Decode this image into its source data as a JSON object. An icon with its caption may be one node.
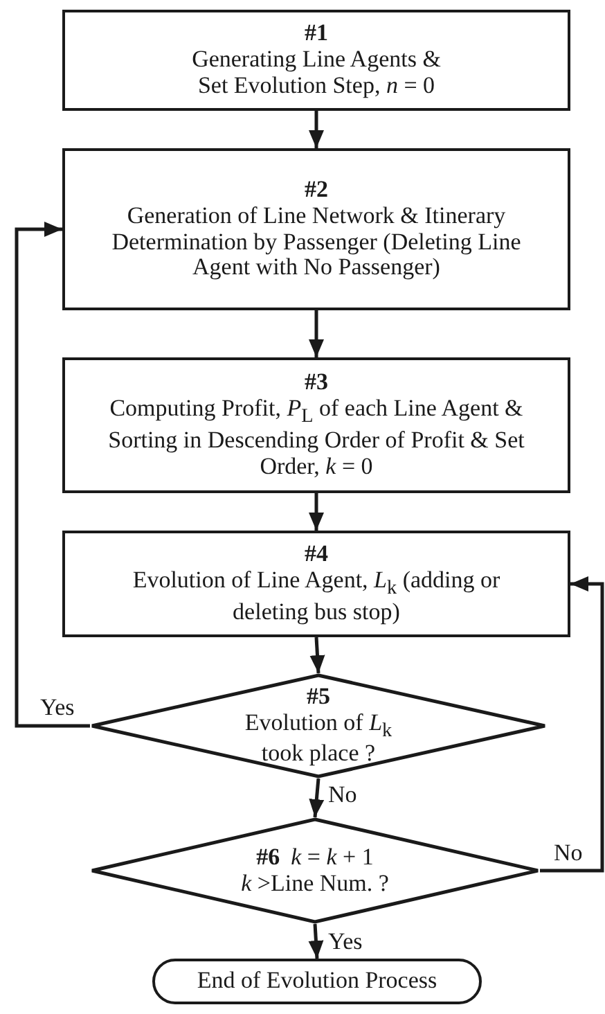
{
  "diagram": {
    "nodes": [
      {
        "text": [
          "#1",
          "Generating Line Agents & Set Evolution Step, *n* = 0"
        ]
      },
      {
        "text": [
          "#2",
          "Generation of Line Network & Itinerary Determination by Passenger (Deleting Line Agent with No Passenger)"
        ]
      },
      {
        "text": [
          "#3",
          "Computing Profit, *P*$_{L}$ of each Line Agent & Sorting in Descending Order of Profit & Set Order, *k* = 0"
        ]
      },
      {
        "text": [
          "#4",
          "Evolution of Line Agent, *L*$_{k}$ (adding or deleting bus stop)"
        ]
      },
      {
        "text": [
          "#5",
          "Evolution of *L*$_{k}$ took place ?"
        ]
      },
      {
        "text": [
          "#6",
          "*k* = *k* + 1",
          "*k* >Line Num. ?"
        ]
      },
      {
        "text": [
          "End of Evolution Process"
        ]
      }
    ],
    "edges": [
      {
        "from": 0,
        "to": 1,
        "arrow": "to"
      },
      {
        "from": 1,
        "to": 2,
        "arrow": "to"
      },
      {
        "from": 2,
        "to": 3,
        "arrow": "to"
      },
      {
        "from": 3,
        "to": 4,
        "arrow": "to"
      },
      {
        "from": 4,
        "to": 1,
        "arrow": "to",
        "label": "Yes"
      },
      {
        "from": 4,
        "to": 5,
        "arrow": "to",
        "label": "No"
      },
      {
        "from": 5,
        "to": 3,
        "arrow": "to",
        "label": "No"
      },
      {
        "from": 5,
        "to": 6,
        "arrow": "to",
        "label": "Yes"
      }
    ]
  }
}
